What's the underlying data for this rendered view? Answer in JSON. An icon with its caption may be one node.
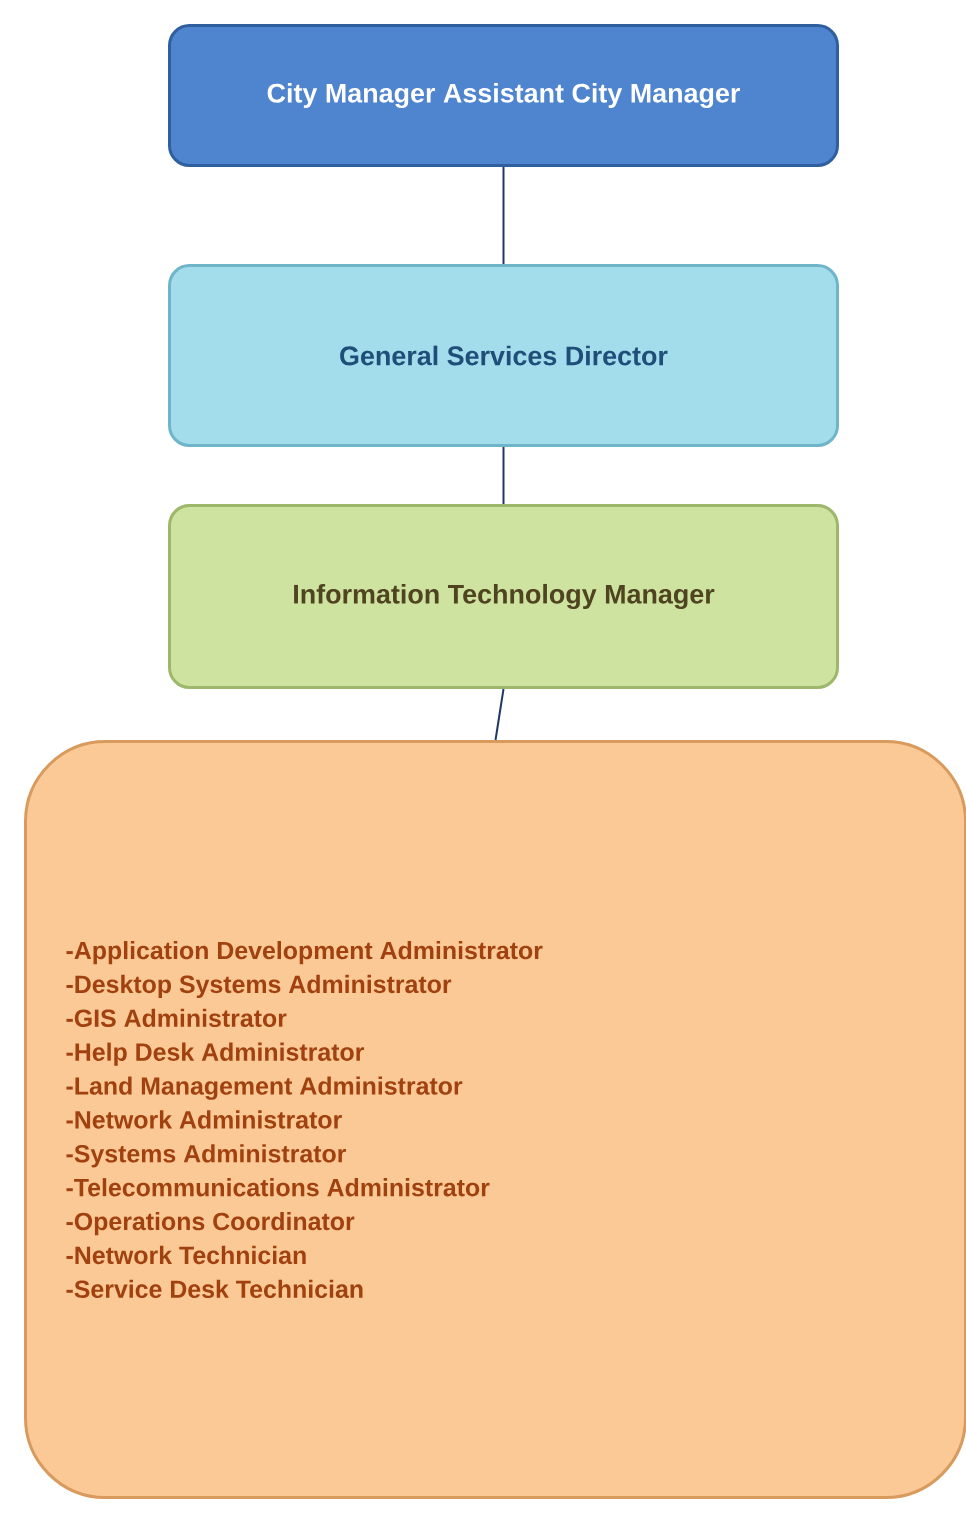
{
  "diagram": {
    "nodes": [
      {
        "text": [
          "City Manager Assistant City Manager"
        ]
      },
      {
        "text": [
          "General Services Director"
        ]
      },
      {
        "text": [
          "Information Technology Manager"
        ]
      },
      {
        "text": [
          "-Application Development Administrator",
          "-Desktop Systems Administrator",
          "-GIS Administrator",
          "-Help Desk Administrator",
          "-Land Management Administrator",
          "-Network Administrator",
          "-Systems Administrator",
          "-Telecommunications Administrator",
          "-Operations Coordinator",
          "-Network Technician",
          "-Service Desk Technician"
        ]
      }
    ],
    "edges": [
      {
        "from": 0,
        "to": 1,
        "arrow": "none"
      },
      {
        "from": 1,
        "to": 2,
        "arrow": "none"
      },
      {
        "from": 2,
        "to": 3,
        "arrow": "none"
      }
    ]
  }
}
